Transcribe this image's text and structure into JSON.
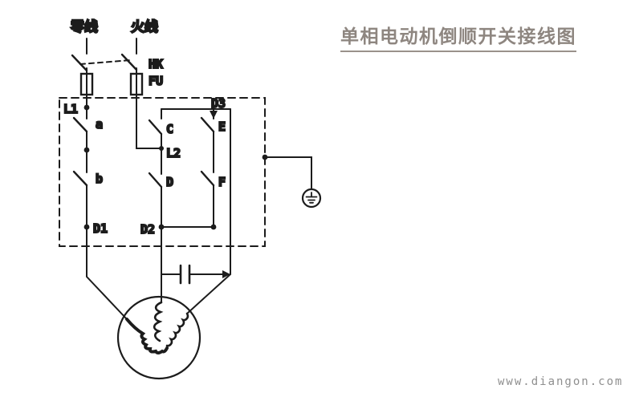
{
  "title": {
    "text": "单相电动机倒顺开关接线图"
  },
  "watermark": {
    "text": "www.diangon.com"
  },
  "colors": {
    "line": "#1c1c1c",
    "title_text": "#8e8680",
    "watermark_text": "#8f8f8f",
    "background": "#ffffff"
  },
  "diagram": {
    "type": "circuit-wiring-diagram",
    "labels": {
      "neutral_wire": "零线",
      "live_wire": "火线",
      "knife_switch": "HK",
      "fuse": "FU",
      "terminal_l1": "L1",
      "terminal_l2": "L2",
      "terminal_d1": "D1",
      "terminal_d2": "D2",
      "terminal_d3": "D3",
      "contact_a": "a",
      "contact_b": "b",
      "contact_c": "C",
      "contact_d": "D",
      "contact_e": "E",
      "contact_f": "F"
    }
  }
}
